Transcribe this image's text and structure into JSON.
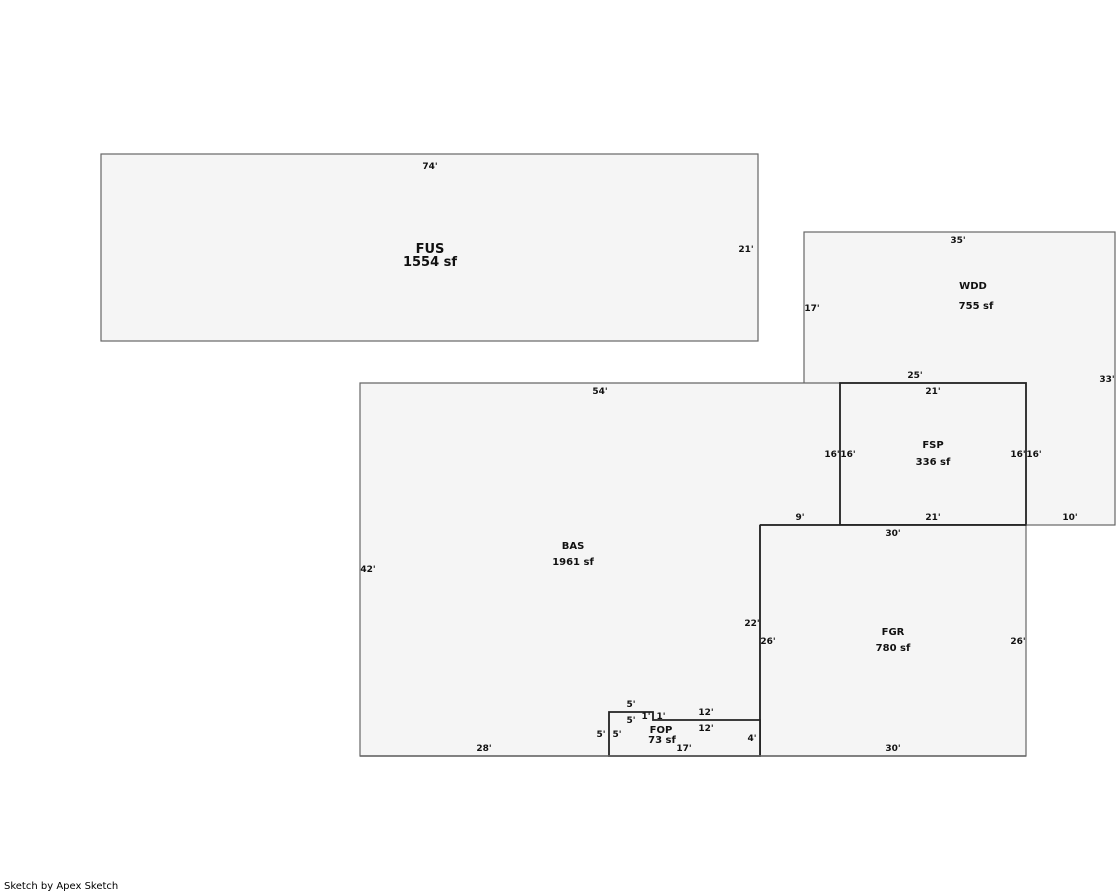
{
  "areas": {
    "fus": {
      "code": "FUS",
      "size": "1554 sf"
    },
    "wdd": {
      "code": "WDD",
      "size": "755 sf"
    },
    "bas": {
      "code": "BAS",
      "size": "1961 sf"
    },
    "fsp": {
      "code": "FSP",
      "size": "336 sf"
    },
    "fgr": {
      "code": "FGR",
      "size": "780 sf"
    },
    "fop": {
      "code": "FOP",
      "size": "73 sf"
    }
  },
  "dims": {
    "fus": [
      "74'",
      "21'"
    ],
    "wdd": [
      "35'",
      "17'",
      "25'",
      "33'",
      "10'"
    ],
    "bas": [
      "54'",
      "16'",
      "9'",
      "42'",
      "22'",
      "28'",
      "5'"
    ],
    "fsp": [
      "21'",
      "16'",
      "16'",
      "21'"
    ],
    "fgr": [
      "30'",
      "26'",
      "26'",
      "30'",
      "4'",
      "16'"
    ],
    "fop": [
      "5'",
      "5'",
      "1'",
      "1'",
      "12'",
      "12'",
      "5'",
      "17'"
    ]
  },
  "credit": "Sketch by Apex Sketch"
}
